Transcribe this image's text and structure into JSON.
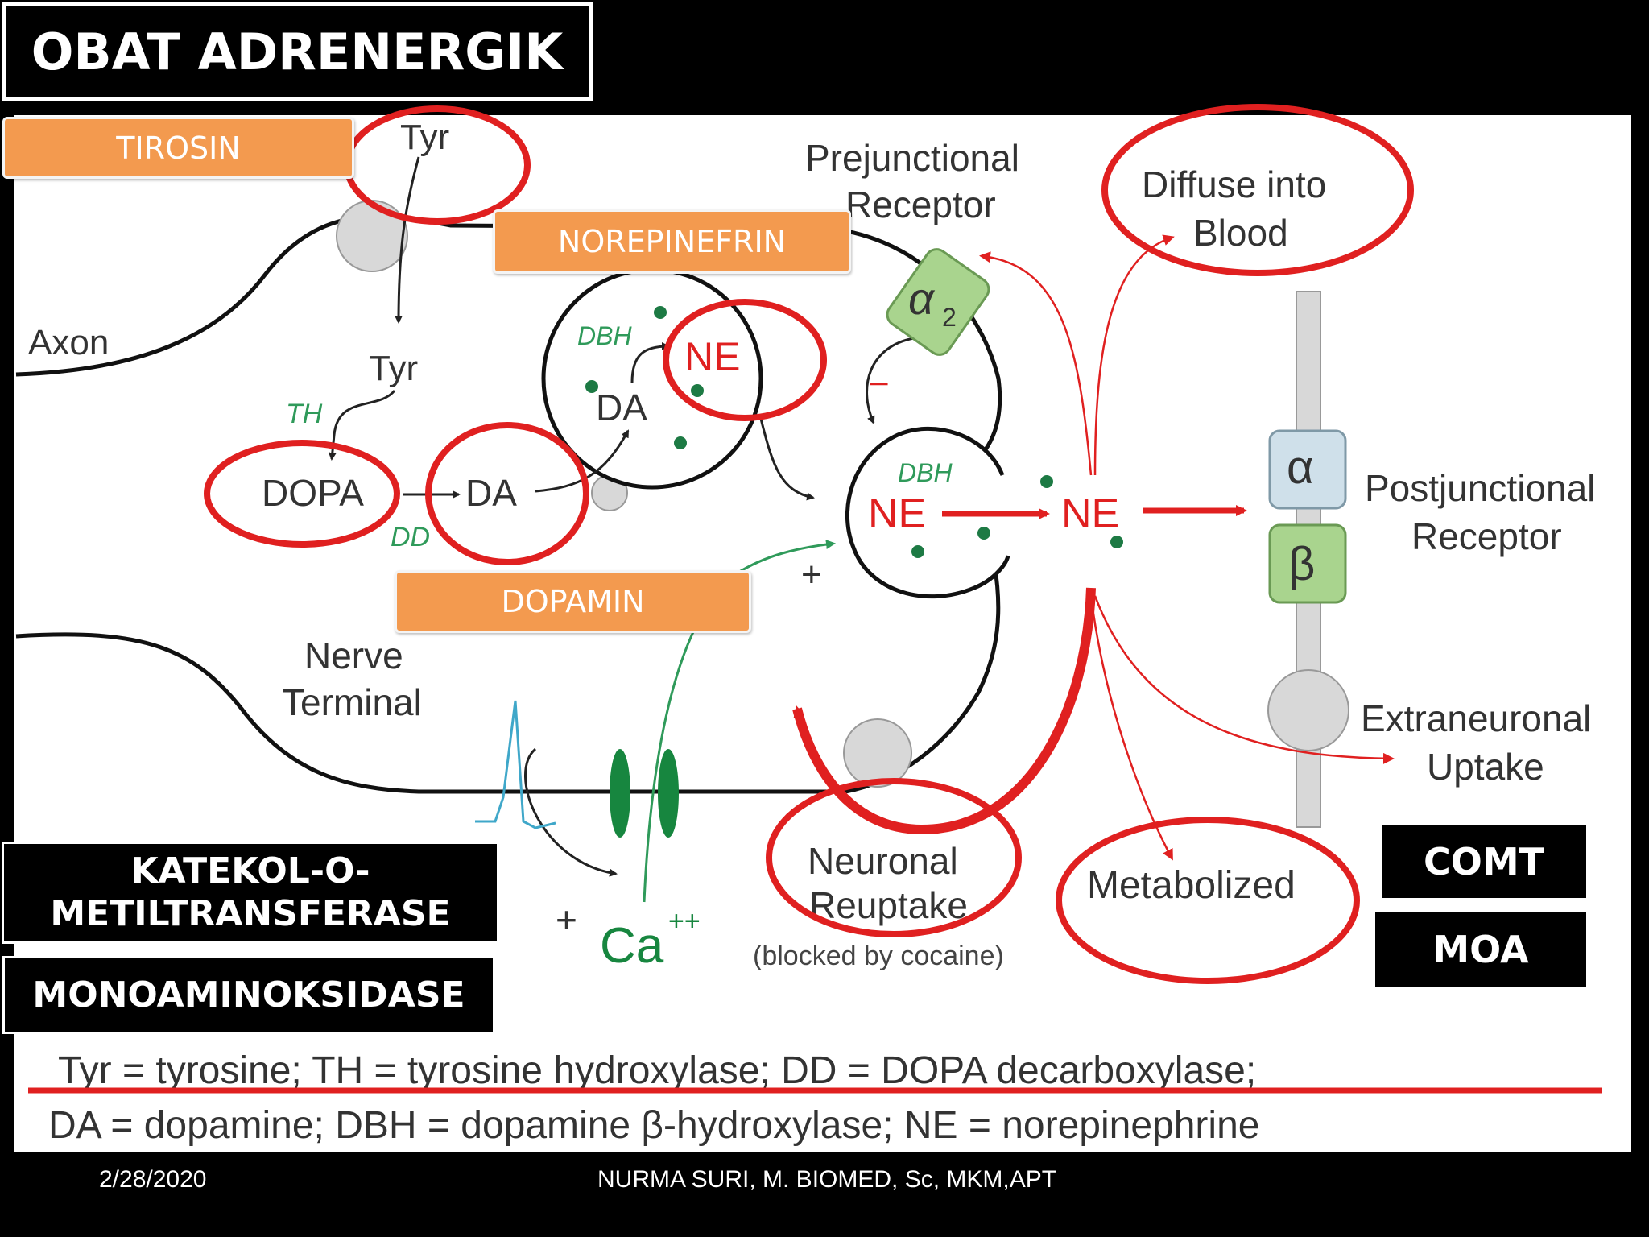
{
  "slide": {
    "title": "OBAT ADRENERGIK",
    "footer_date": "2/28/2020",
    "footer_author": "NURMA SURI, M. BIOMED, Sc, MKM,APT"
  },
  "labels": {
    "tirosin": "TIROSIN",
    "norepinefrin": "NOREPINEFRIN",
    "dopamin": "DOPAMIN",
    "katekol_line1": "KATEKOL-O-",
    "katekol_line2": "METILTRANSFERASE",
    "monoamin": "MONOAMINOKSIDASE",
    "comt": "COMT",
    "moa": "MOA"
  },
  "diagram": {
    "tyr_top": "Tyr",
    "tyr_mid": "Tyr",
    "axon": "Axon",
    "th": "TH",
    "dopa": "DOPA",
    "da_left": "DA",
    "dd": "DD",
    "dbh_vesicle": "DBH",
    "ne_vesicle": "NE",
    "da_vesicle": "DA",
    "prejunctional_1": "Prejunctional",
    "prejunctional_2": "Receptor",
    "alpha2_main": "α",
    "alpha2_sub": "2",
    "minus": "−",
    "dbh_terminal": "DBH",
    "ne_terminal": "NE",
    "ne_cleft": "NE",
    "plus_release": "+",
    "diffuse_1": "Diffuse into",
    "diffuse_2": "Blood",
    "alpha": "α",
    "beta": "β",
    "postjunctional_1": "Postjunctional",
    "postjunctional_2": "Receptor",
    "nerve_1": "Nerve",
    "nerve_2": "Terminal",
    "extraneuronal_1": "Extraneuronal",
    "extraneuronal_2": "Uptake",
    "neuronal_1": "Neuronal",
    "neuronal_2": "Reuptake",
    "blocked": "(blocked by cocaine)",
    "metabolized": "Metabolized",
    "plus_ca": "+",
    "ca": "Ca",
    "ca_charge": "++",
    "legend_1": "Tyr = tyrosine; TH = tyrosine hydroxylase; DD = DOPA decarboxylase;",
    "legend_2": "DA = dopamine; DBH = dopamine β-hydroxylase; NE = norepinephrine"
  },
  "colors": {
    "red": "#e02020",
    "green_text": "#2f9a5a",
    "green_dot": "#1d7a44",
    "receptor_blue": "#cfe0ea",
    "receptor_green": "#a9d48e",
    "orange": "#f39a4f"
  }
}
